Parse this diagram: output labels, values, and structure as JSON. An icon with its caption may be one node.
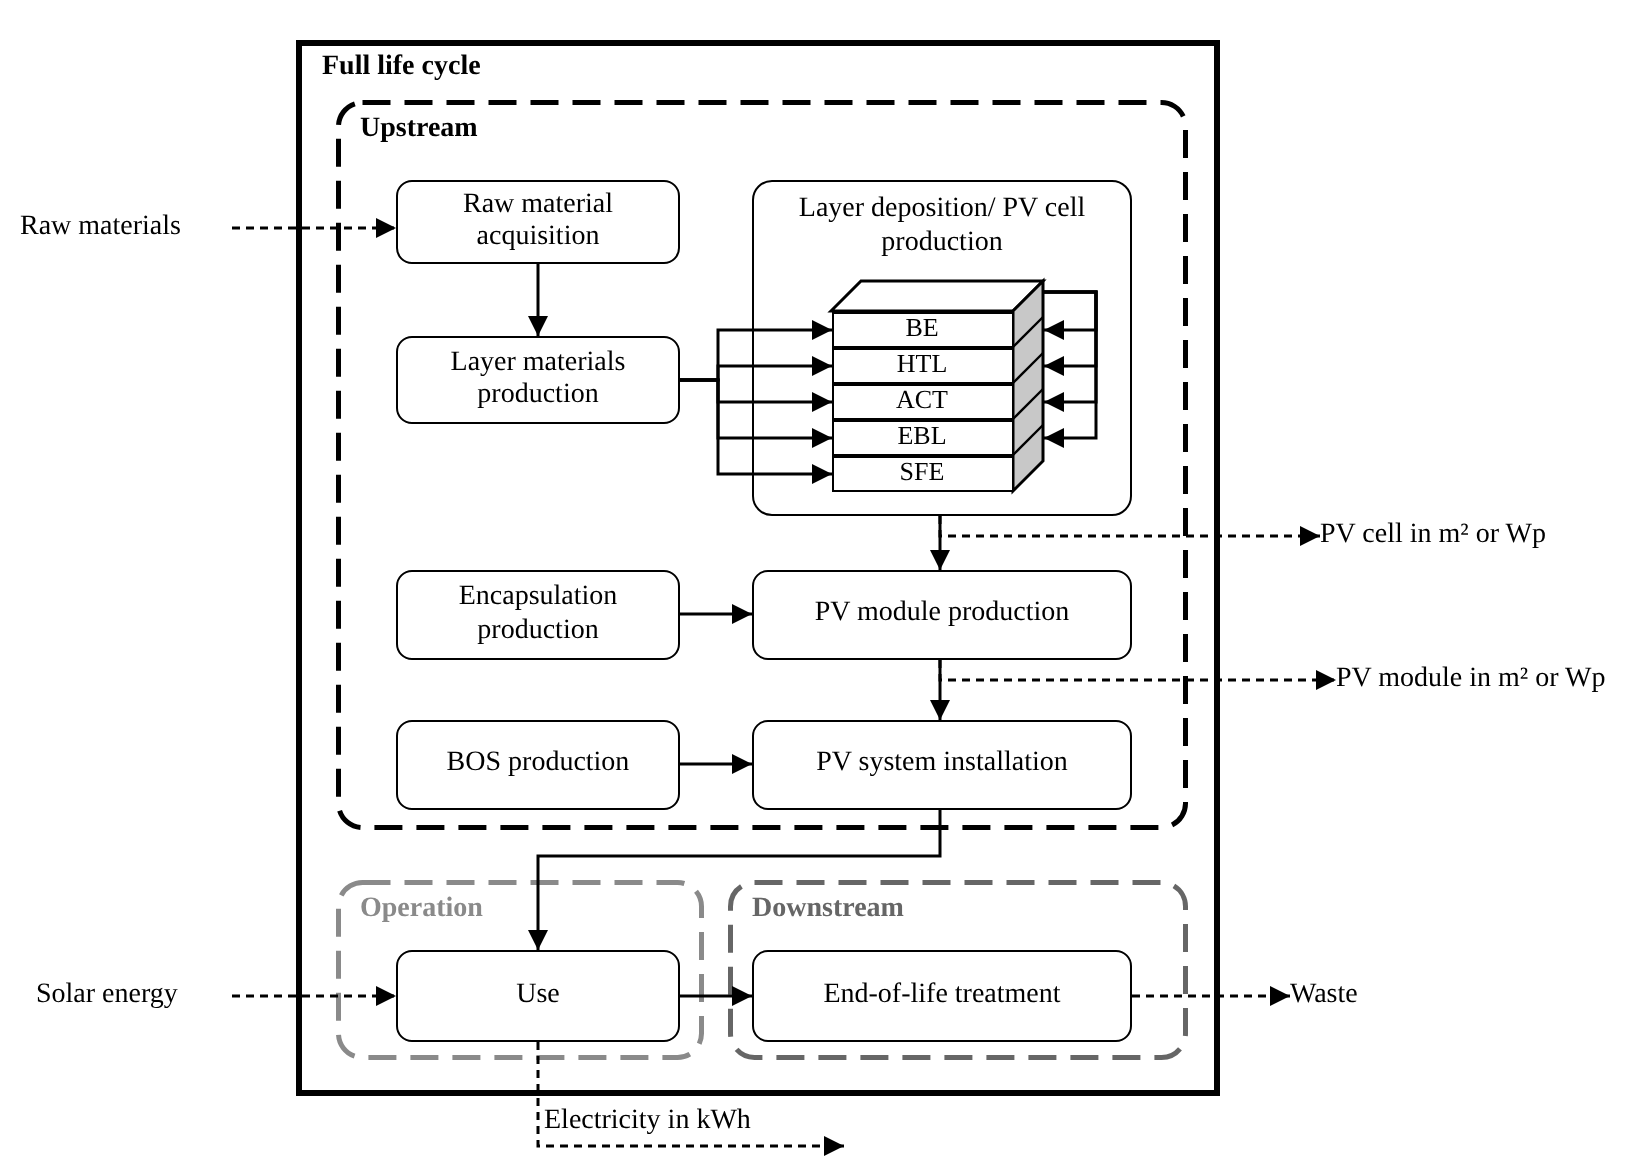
{
  "diagram": {
    "nodes": [
      {
        "text": [
          "Full life cycle"
        ]
      },
      {
        "text": [
          "Upstream"
        ],
        "in": 0
      },
      {
        "text": [
          "Raw material acquisition"
        ],
        "in": 1
      },
      {
        "text": [
          "Layer materials production"
        ],
        "in": 1
      },
      {
        "text": [
          "Layer deposition/ PV cell production"
        ],
        "in": 1
      },
      {
        "text": [
          "BE"
        ],
        "in": 4
      },
      {
        "text": [
          "HTL"
        ],
        "in": 4
      },
      {
        "text": [
          "ACT"
        ],
        "in": 4
      },
      {
        "text": [
          "EBL"
        ],
        "in": 4
      },
      {
        "text": [
          "SFE"
        ],
        "in": 4
      },
      {
        "text": [
          "Encapsulation production"
        ],
        "in": 1
      },
      {
        "text": [
          "PV module production"
        ],
        "in": 1
      },
      {
        "text": [
          "BOS production"
        ],
        "in": 1
      },
      {
        "text": [
          "PV system installation"
        ],
        "in": 1
      },
      {
        "text": [
          "Operation"
        ],
        "in": 0
      },
      {
        "text": [
          "Use"
        ],
        "in": 14
      },
      {
        "text": [
          "Downstream"
        ],
        "in": 0
      },
      {
        "text": [
          "End-of-life treatment"
        ],
        "in": 16
      },
      {
        "text": [
          "Raw materials"
        ]
      },
      {
        "text": [
          "PV cell in m² or Wp"
        ]
      },
      {
        "text": [
          "PV module in m² or Wp"
        ]
      },
      {
        "text": [
          "Solar energy"
        ]
      },
      {
        "text": [
          "Waste"
        ]
      },
      {
        "text": [
          "Electricity in kWh"
        ]
      }
    ],
    "edges": [
      {
        "from": 18,
        "to": 2,
        "arrow": "to",
        "style": "dashed"
      },
      {
        "from": 2,
        "to": 3,
        "arrow": "to"
      },
      {
        "from": 3,
        "to": 5,
        "arrow": "to"
      },
      {
        "from": 3,
        "to": 6,
        "arrow": "to"
      },
      {
        "from": 3,
        "to": 7,
        "arrow": "to"
      },
      {
        "from": 3,
        "to": 8,
        "arrow": "to"
      },
      {
        "from": 3,
        "to": 9,
        "arrow": "to"
      },
      {
        "from": null,
        "to": 5,
        "arrow": "to"
      },
      {
        "from": null,
        "to": 6,
        "arrow": "to"
      },
      {
        "from": null,
        "to": 7,
        "arrow": "to"
      },
      {
        "from": null,
        "to": 8,
        "arrow": "to"
      },
      {
        "from": 4,
        "to": 11,
        "arrow": "to"
      },
      {
        "from": 4,
        "to": 19,
        "arrow": "to",
        "style": "dashed"
      },
      {
        "from": 10,
        "to": 11,
        "arrow": "to"
      },
      {
        "from": 11,
        "to": 13,
        "arrow": "to"
      },
      {
        "from": 11,
        "to": 20,
        "arrow": "to",
        "style": "dashed"
      },
      {
        "from": 12,
        "to": 13,
        "arrow": "to"
      },
      {
        "from": 13,
        "to": 15,
        "arrow": "to"
      },
      {
        "from": 21,
        "to": 15,
        "arrow": "to",
        "style": "dashed"
      },
      {
        "from": 15,
        "to": 17,
        "arrow": "to"
      },
      {
        "from": 17,
        "to": 22,
        "arrow": "to",
        "style": "dashed"
      },
      {
        "from": 15,
        "to": 23,
        "arrow": "to",
        "style": "dashed"
      }
    ]
  }
}
